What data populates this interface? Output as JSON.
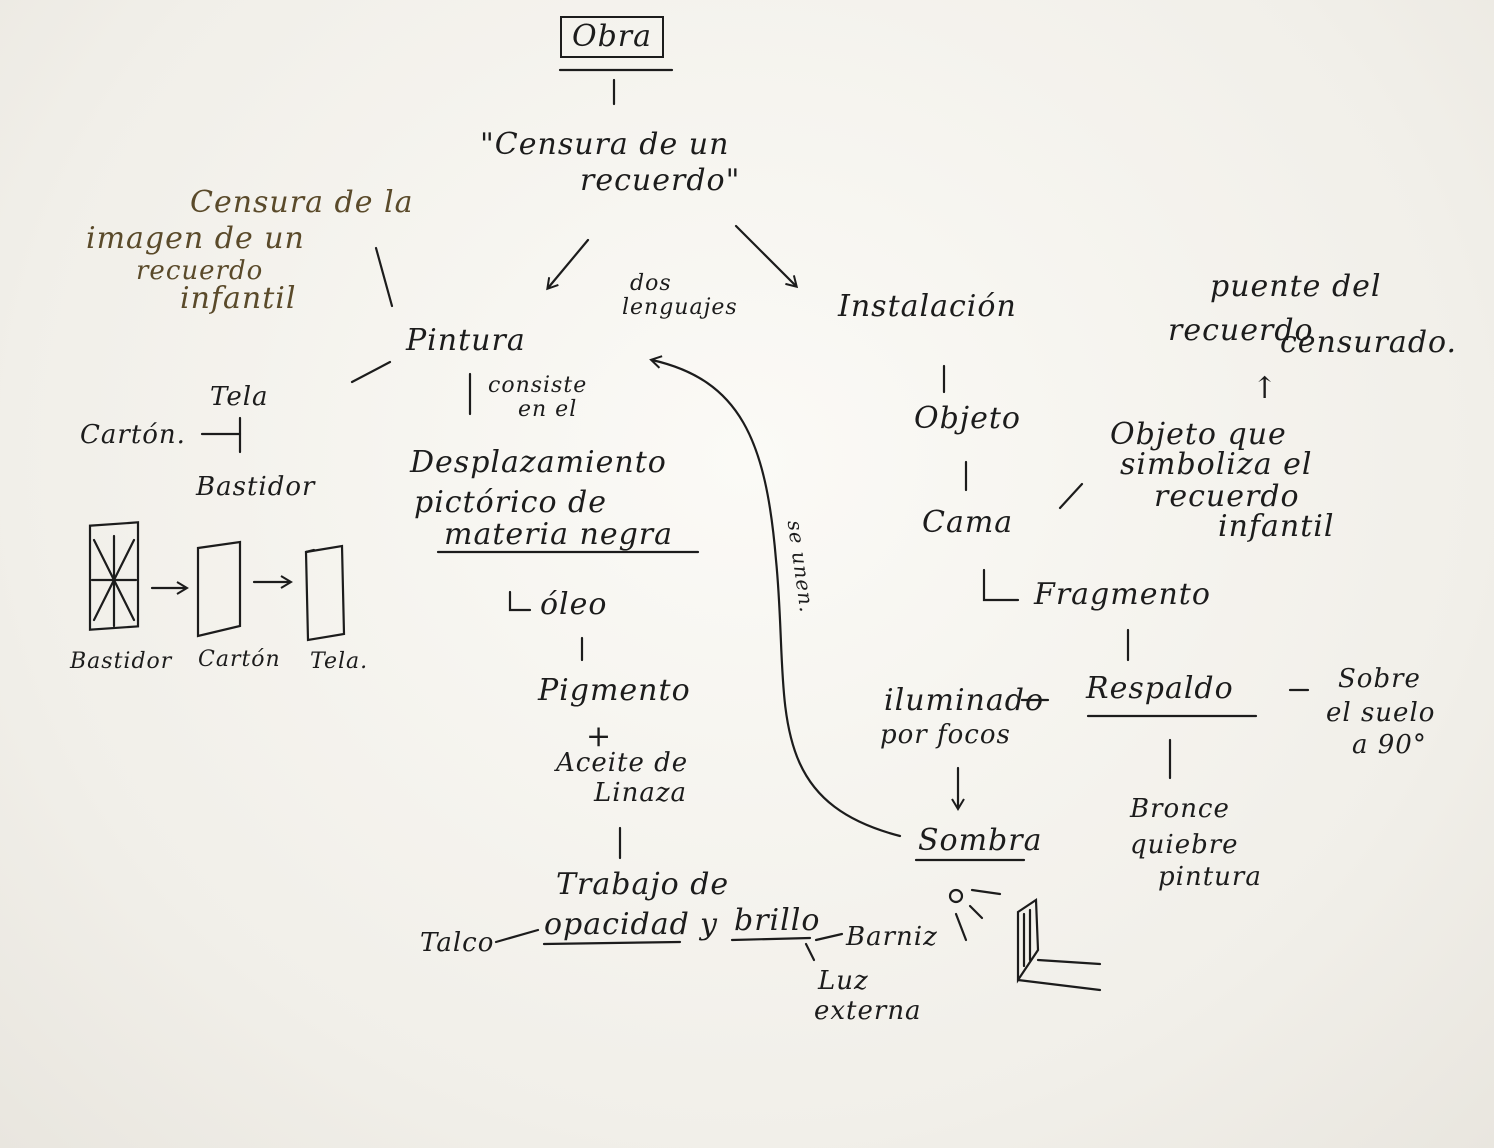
{
  "root": "Obra",
  "title_lines": [
    "\"Censura de un",
    "recuerdo\""
  ],
  "left_note": [
    "Censura de la",
    "imagen de un",
    "recuerdo",
    "infantil"
  ],
  "dos_lenguajes": [
    "dos",
    "lenguajes"
  ],
  "pintura": {
    "label": "Pintura",
    "consiste": [
      "consiste",
      "en el"
    ],
    "desplazamiento": [
      "Desplazamiento",
      "pictórico de"
    ],
    "materia": "materia negra",
    "oleo": "óleo",
    "pigmento": "Pigmento",
    "plus": "+",
    "aceite": [
      "Aceite de",
      "Linaza"
    ],
    "trabajo": "Trabajo de",
    "opacidad": "opacidad",
    "y": "y",
    "brillo": "brillo",
    "talco": "Talco",
    "barniz": "Barniz",
    "luz": [
      "Luz",
      "externa"
    ]
  },
  "soporte": {
    "tela": "Tela",
    "carton": "Cartón.",
    "bastidor": "Bastidor",
    "captions": [
      "Bastidor",
      "Cartón",
      "Tela."
    ]
  },
  "instalacion": {
    "label": "Instalación",
    "objeto": "Objeto",
    "cama": "Cama",
    "objeto_note": [
      "Objeto que",
      "simboliza el",
      "recuerdo",
      "infantil"
    ],
    "arrow_up": "↑",
    "puente": [
      "puente del",
      "recuerdo",
      "censurado."
    ],
    "fragmento": "Fragmento",
    "iluminado": [
      "iluminado",
      "por focos"
    ],
    "respaldo": "Respaldo",
    "sobre": [
      "Sobre",
      "el suelo",
      "a 90°"
    ],
    "bronce": [
      "Bronce",
      "quiebre",
      "pintura"
    ],
    "sombra": "Sombra"
  },
  "se_unen": "se unen."
}
